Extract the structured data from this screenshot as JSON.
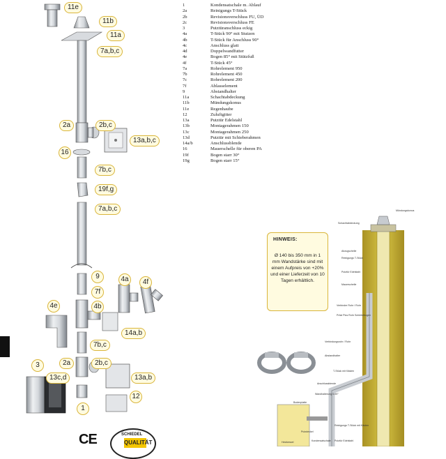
{
  "legend": [
    {
      "code": "1",
      "desc": "Kondensatschale m. Ablauf"
    },
    {
      "code": "2a",
      "desc": "Reinigungs T-Stück"
    },
    {
      "code": "2b",
      "desc": "Revisionsverschluss FU, ÜD"
    },
    {
      "code": "2c",
      "desc": "Revisionsverschluss FE"
    },
    {
      "code": "3",
      "desc": "Putztüranschluss eckig"
    },
    {
      "code": "4a",
      "desc": "T-Stück 90° mit Stutzen"
    },
    {
      "code": "4b",
      "desc": "T-Stück für Anschluss 90°"
    },
    {
      "code": "4c",
      "desc": "Anschluss glatt"
    },
    {
      "code": "4d",
      "desc": "Doppelwandfutter"
    },
    {
      "code": "4e",
      "desc": "Bogen 85° mit Stützfuß"
    },
    {
      "code": "4f",
      "desc": "T-Stück 45°"
    },
    {
      "code": "7a",
      "desc": "Rohrelement 950"
    },
    {
      "code": "7b",
      "desc": "Rohrelement 450"
    },
    {
      "code": "7c",
      "desc": "Rohrelement 200"
    },
    {
      "code": "7f",
      "desc": "Ablasselement"
    },
    {
      "code": "9",
      "desc": "Abstandhalter"
    },
    {
      "code": "11a",
      "desc": "Schachtabdeckung"
    },
    {
      "code": "11b",
      "desc": "Mündungskonus"
    },
    {
      "code": "11e",
      "desc": "Regenhaube"
    },
    {
      "code": "12",
      "desc": "Zuluftgitter"
    },
    {
      "code": "13a",
      "desc": "Putztür Edelstahl"
    },
    {
      "code": "13b",
      "desc": "Montagerahmen 150"
    },
    {
      "code": "13c",
      "desc": "Montagerahmen 250"
    },
    {
      "code": "13d",
      "desc": "Putztür mit Schieberahmen"
    },
    {
      "code": "14a/b",
      "desc": "Anschlussblende"
    },
    {
      "code": "16",
      "desc": "Mauerschelle für oberen PA"
    },
    {
      "code": "19f",
      "desc": "Bogen starr 30°"
    },
    {
      "code": "19g",
      "desc": "Bogen starr 15°"
    }
  ],
  "badges": {
    "b11e": "11e",
    "b11b": "11b",
    "b11a": "11a",
    "b7abc_top": "7a,b,c",
    "b2a_top": "2a",
    "b2bc_top": "2b,c",
    "b13abc": "13a,b,c",
    "b16": "16",
    "b7bc_mid": "7b,c",
    "b19fg": "19f,g",
    "b7abc_mid": "7a,b,c",
    "b9": "9",
    "b7f": "7f",
    "b4a": "4a",
    "b4f": "4f",
    "b4e": "4e",
    "b4b": "4b",
    "b14ab": "14a,b",
    "b7bc_low": "7b,c",
    "b2a_low": "2a",
    "b2bc_low": "2b,c",
    "b3": "3",
    "b13cd": "13c,d",
    "b13ab": "13a,b",
    "b12": "12",
    "b1": "1"
  },
  "hinweis": {
    "title": "HINWEIS:",
    "body": "Ø 140 bis 350 mm in 1 mm Wandstärke sind mit einem Aufpreis von +20% und einer Lieferzeit von 10 Tagen erhältlich."
  },
  "diagram_labels": {
    "muendungskonus": "Mündungskonus",
    "schachtabdeckung": "Schachtabdeckung",
    "abzugschelle": "Abzugschelle",
    "reinigungs_tstueck": "Reinigungs T-Stück",
    "putztuer": "Putztür Edelstahl",
    "mauerschelle": "Mauerschelle",
    "verbinder": "Verbinder Rohr / Rohr",
    "schiebebogen": "Präzi Plus Rohr Schiebebogen",
    "verbindung_rohr": "Verbindungsrohr / Rohr",
    "abstandhalter": "Abstandhalter",
    "tstueck_kaesten": "T-Stück mit Kästen",
    "anschlussblende": "Anschlussblende",
    "wandhalterung": "Wandhalterung 0-90°",
    "bodenplatte": "Bodenplatte",
    "heizkessel": "Heizkessel",
    "putzdeckel": "Putzdeckel",
    "kondensat": "Kondensatschale",
    "reinigung_unten": "Reinigungs T-Stück mit Kästen",
    "putztuer_unten": "Putztür Edelstahl"
  },
  "marks": {
    "ce": "CE",
    "seal_top": "SCHIEDEL",
    "seal_band": "QUALITÄT"
  },
  "colors": {
    "badge_fill": "#fffbe0",
    "badge_border": "#d9b53a",
    "insulation": "#c9b53a",
    "steel": "#c8ccd1"
  }
}
